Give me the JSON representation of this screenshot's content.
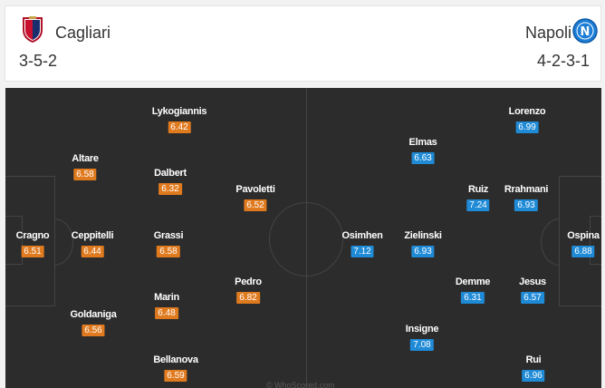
{
  "header": {
    "home": {
      "name": "Cagliari",
      "formation": "3-5-2"
    },
    "away": {
      "name": "Napoli",
      "formation": "4-2-3-1"
    }
  },
  "colors": {
    "home_rating": "#e07a1f",
    "away_rating": "#1f8ad6",
    "pitch": "#2c2c2c"
  },
  "home_players": [
    {
      "name": "Cragno",
      "rating": "6.51"
    },
    {
      "name": "Altare",
      "rating": "6.58"
    },
    {
      "name": "Ceppitelli",
      "rating": "6.44"
    },
    {
      "name": "Goldaniga",
      "rating": "6.56"
    },
    {
      "name": "Lykogiannis",
      "rating": "6.42"
    },
    {
      "name": "Dalbert",
      "rating": "6.32"
    },
    {
      "name": "Grassi",
      "rating": "6.58"
    },
    {
      "name": "Marin",
      "rating": "6.48"
    },
    {
      "name": "Bellanova",
      "rating": "6.59"
    },
    {
      "name": "Pavoletti",
      "rating": "6.52"
    },
    {
      "name": "Pedro",
      "rating": "6.82"
    }
  ],
  "away_players": [
    {
      "name": "Ospina",
      "rating": "6.88"
    },
    {
      "name": "Lorenzo",
      "rating": "6.99"
    },
    {
      "name": "Rrahmani",
      "rating": "6.93"
    },
    {
      "name": "Jesus",
      "rating": "6.57"
    },
    {
      "name": "Rui",
      "rating": "6.96"
    },
    {
      "name": "Ruiz",
      "rating": "7.24"
    },
    {
      "name": "Demme",
      "rating": "6.31"
    },
    {
      "name": "Elmas",
      "rating": "6.63"
    },
    {
      "name": "Zielinski",
      "rating": "6.93"
    },
    {
      "name": "Insigne",
      "rating": "7.08"
    },
    {
      "name": "Osimhen",
      "rating": "7.12"
    }
  ],
  "watermark": "© WhoScored.com"
}
